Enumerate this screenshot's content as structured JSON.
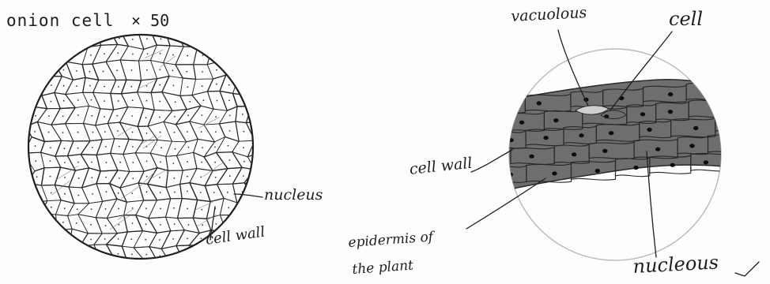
{
  "labels": {
    "title": "onion cell",
    "magnification": "× 50",
    "nucleus_left": "nucleus",
    "cell_wall_left": "cell wall",
    "vacuole": "vacuolous",
    "cell": "cell",
    "cell_wall_right": "cell wall",
    "epidermis_line1": "epidermis of",
    "epidermis_line2": "the plant",
    "nucleus_right": "nucleous"
  },
  "colors": {
    "ink": "#1e1e1e",
    "pencil": "#3a3a3a",
    "tissue_fill": "#6e6e6e",
    "circle_faint": "#b9b9b9",
    "paper": "#fdfdfc"
  }
}
